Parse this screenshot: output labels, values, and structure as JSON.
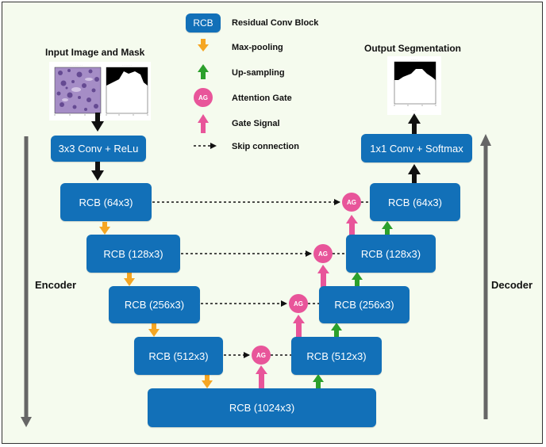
{
  "legend": {
    "rcb_box_label": "RCB",
    "rcb_text": "Residual Conv Block",
    "maxpool_text": "Max-pooling",
    "upsample_text": "Up-sampling",
    "ag_label": "AG",
    "ag_text": "Attention Gate",
    "gate_signal_text": "Gate Signal",
    "skip_text": "Skip connection"
  },
  "titles": {
    "input": "Input Image and Mask",
    "output": "Output Segmentation"
  },
  "sides": {
    "encoder": "Encoder",
    "decoder": "Decoder"
  },
  "blocks": {
    "conv_relu": "3x3 Conv + ReLu",
    "enc1": "RCB (64x3)",
    "enc2": "RCB (128x3)",
    "enc3": "RCB (256x3)",
    "enc4": "RCB (512x3)",
    "bottleneck": "RCB (1024x3)",
    "dec4": "RCB (512x3)",
    "dec3": "RCB (256x3)",
    "dec2": "RCB (128x3)",
    "dec1": "RCB (64x3)",
    "conv_softmax": "1x1 Conv + Softmax"
  },
  "gates": {
    "ag1": "AG",
    "ag2": "AG",
    "ag3": "AG",
    "ag4": "AG"
  },
  "colors": {
    "block": "#1270b8",
    "maxpool": "#f5a623",
    "upsample": "#2ca02c",
    "attention": "#e8559a",
    "background": "#f5fbee"
  }
}
